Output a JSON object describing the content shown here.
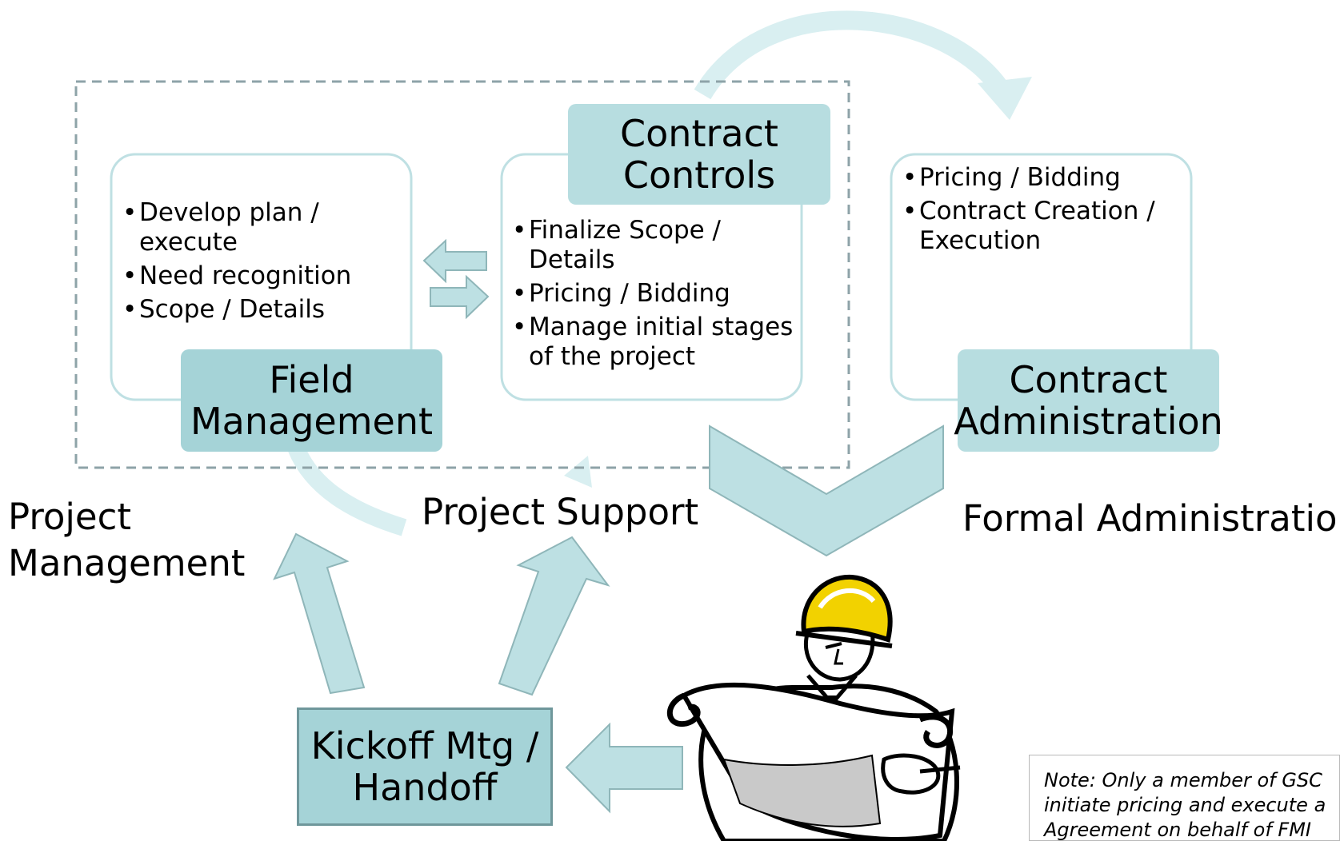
{
  "field_management": {
    "title": "Field Management",
    "bullets": [
      "Develop plan / execute",
      "Need recognition",
      "Scope / Details"
    ]
  },
  "contract_controls": {
    "title": "Contract Controls",
    "bullets": [
      "Finalize Scope / Details",
      "Pricing / Bidding",
      "Manage initial stages of the project"
    ]
  },
  "contract_administration": {
    "title": "Contract Administration",
    "bullets": [
      "Pricing / Bidding",
      "Contract Creation / Execution"
    ]
  },
  "labels": {
    "project_management": "Project Management",
    "project_support": "Project Support",
    "formal_administration": "Formal Administration"
  },
  "kickoff": {
    "title": "Kickoff Mtg / Handoff"
  },
  "note": {
    "lines": [
      "Note: Only a member of GSC",
      "initiate pricing and execute a",
      "Agreement on behalf of FMI"
    ]
  },
  "colors": {
    "box_border": "#bfe0e3",
    "title_fill": "#b7dde0",
    "title_fill_dark": "#a5d3d7",
    "arrow_fill": "#bde0e3",
    "arrow_stroke": "#8fb6b9",
    "dashed_border": "#8ea3a8",
    "curve_arrow": "#d9eff1",
    "kickoff_border": "#6f979b",
    "helmet": "#f2d200"
  }
}
